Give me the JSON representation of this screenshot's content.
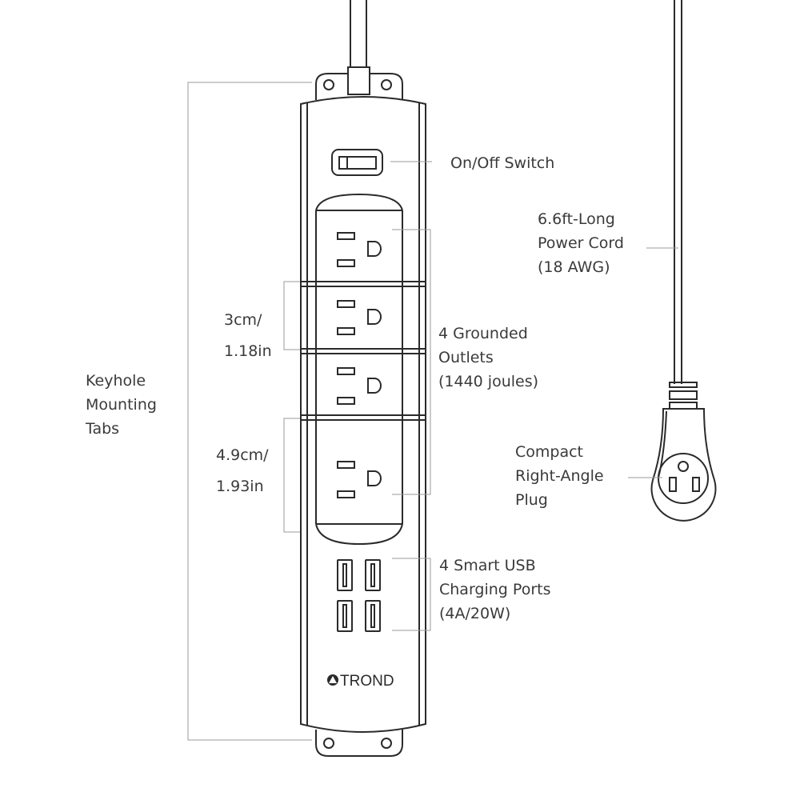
{
  "labels": {
    "switch": "On/Off Switch",
    "cord": [
      "6.6ft-Long",
      "Power Cord",
      "(18 AWG)"
    ],
    "outlets": [
      "4 Grounded",
      "Outlets",
      "(1440 joules)"
    ],
    "spacing_small": [
      "3cm/",
      "1.18in"
    ],
    "spacing_large": [
      "4.9cm/",
      "1.93in"
    ],
    "tabs": [
      "Keyhole",
      "Mounting",
      "Tabs"
    ],
    "plug": [
      "Compact",
      "Right-Angle",
      "Plug"
    ],
    "usb": [
      "4 Smart USB",
      "Charging Ports",
      "(4A/20W)"
    ]
  },
  "brand": "TROND",
  "colors": {
    "line": "#2a2a2a",
    "leader": "#9a9a9a",
    "text": "#3a3a3a"
  }
}
